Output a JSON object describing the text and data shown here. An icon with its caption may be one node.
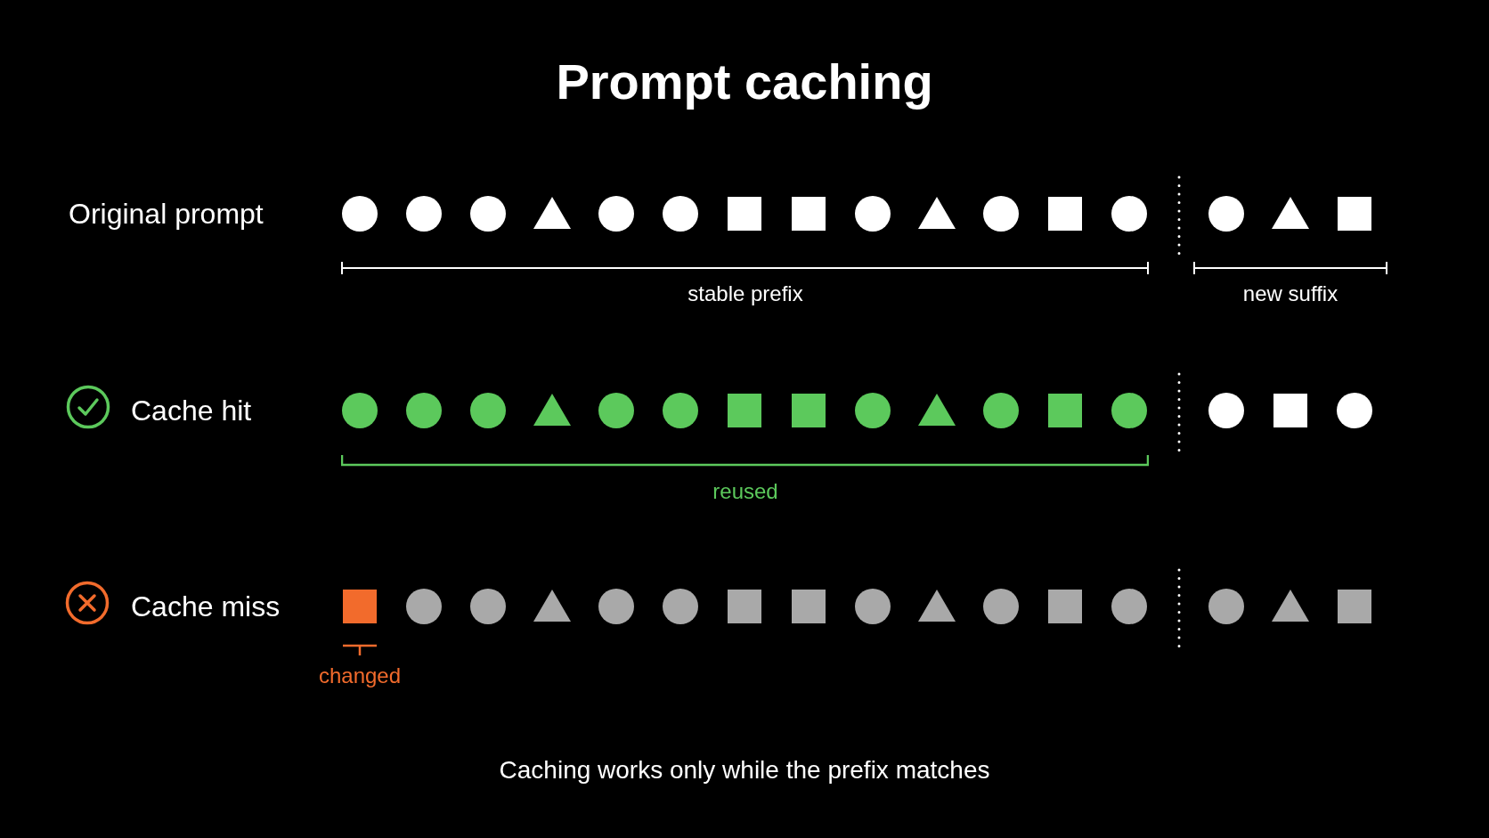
{
  "diagram": {
    "title": "Prompt caching",
    "caption": "Caching works only while the prefix matches",
    "labels": [
      "Original prompt",
      "stable prefix",
      "new suffix",
      "Cache hit",
      "reused",
      "Cache miss",
      "changed"
    ]
  }
}
